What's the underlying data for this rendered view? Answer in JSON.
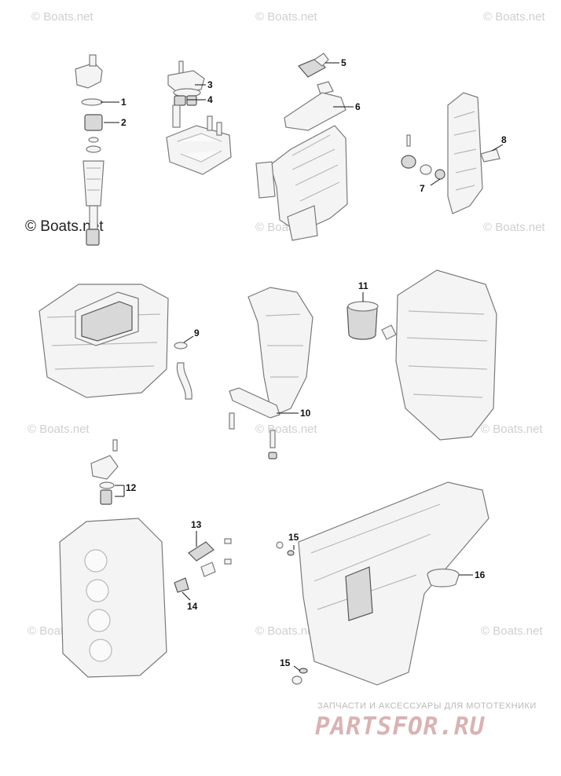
{
  "watermarks": {
    "text": "© Boats.net",
    "emphasized": "© Boats.net"
  },
  "callouts": [
    {
      "id": "c1",
      "label": "1"
    },
    {
      "id": "c2",
      "label": "2"
    },
    {
      "id": "c3",
      "label": "3"
    },
    {
      "id": "c4",
      "label": "4"
    },
    {
      "id": "c5",
      "label": "5"
    },
    {
      "id": "c6",
      "label": "6"
    },
    {
      "id": "c7",
      "label": "7"
    },
    {
      "id": "c8",
      "label": "8"
    },
    {
      "id": "c9",
      "label": "9"
    },
    {
      "id": "c10",
      "label": "10"
    },
    {
      "id": "c11",
      "label": "11"
    },
    {
      "id": "c12",
      "label": "12"
    },
    {
      "id": "c13",
      "label": "13"
    },
    {
      "id": "c14",
      "label": "14"
    },
    {
      "id": "c15a",
      "label": "15"
    },
    {
      "id": "c15b",
      "label": "15"
    },
    {
      "id": "c16",
      "label": "16"
    }
  ],
  "banner": {
    "tagline": "ЗАПЧАСТИ И АКСЕССУАРЫ ДЛЯ МОТОТЕХНИКИ",
    "logo": "PARTSFOR.RU"
  }
}
